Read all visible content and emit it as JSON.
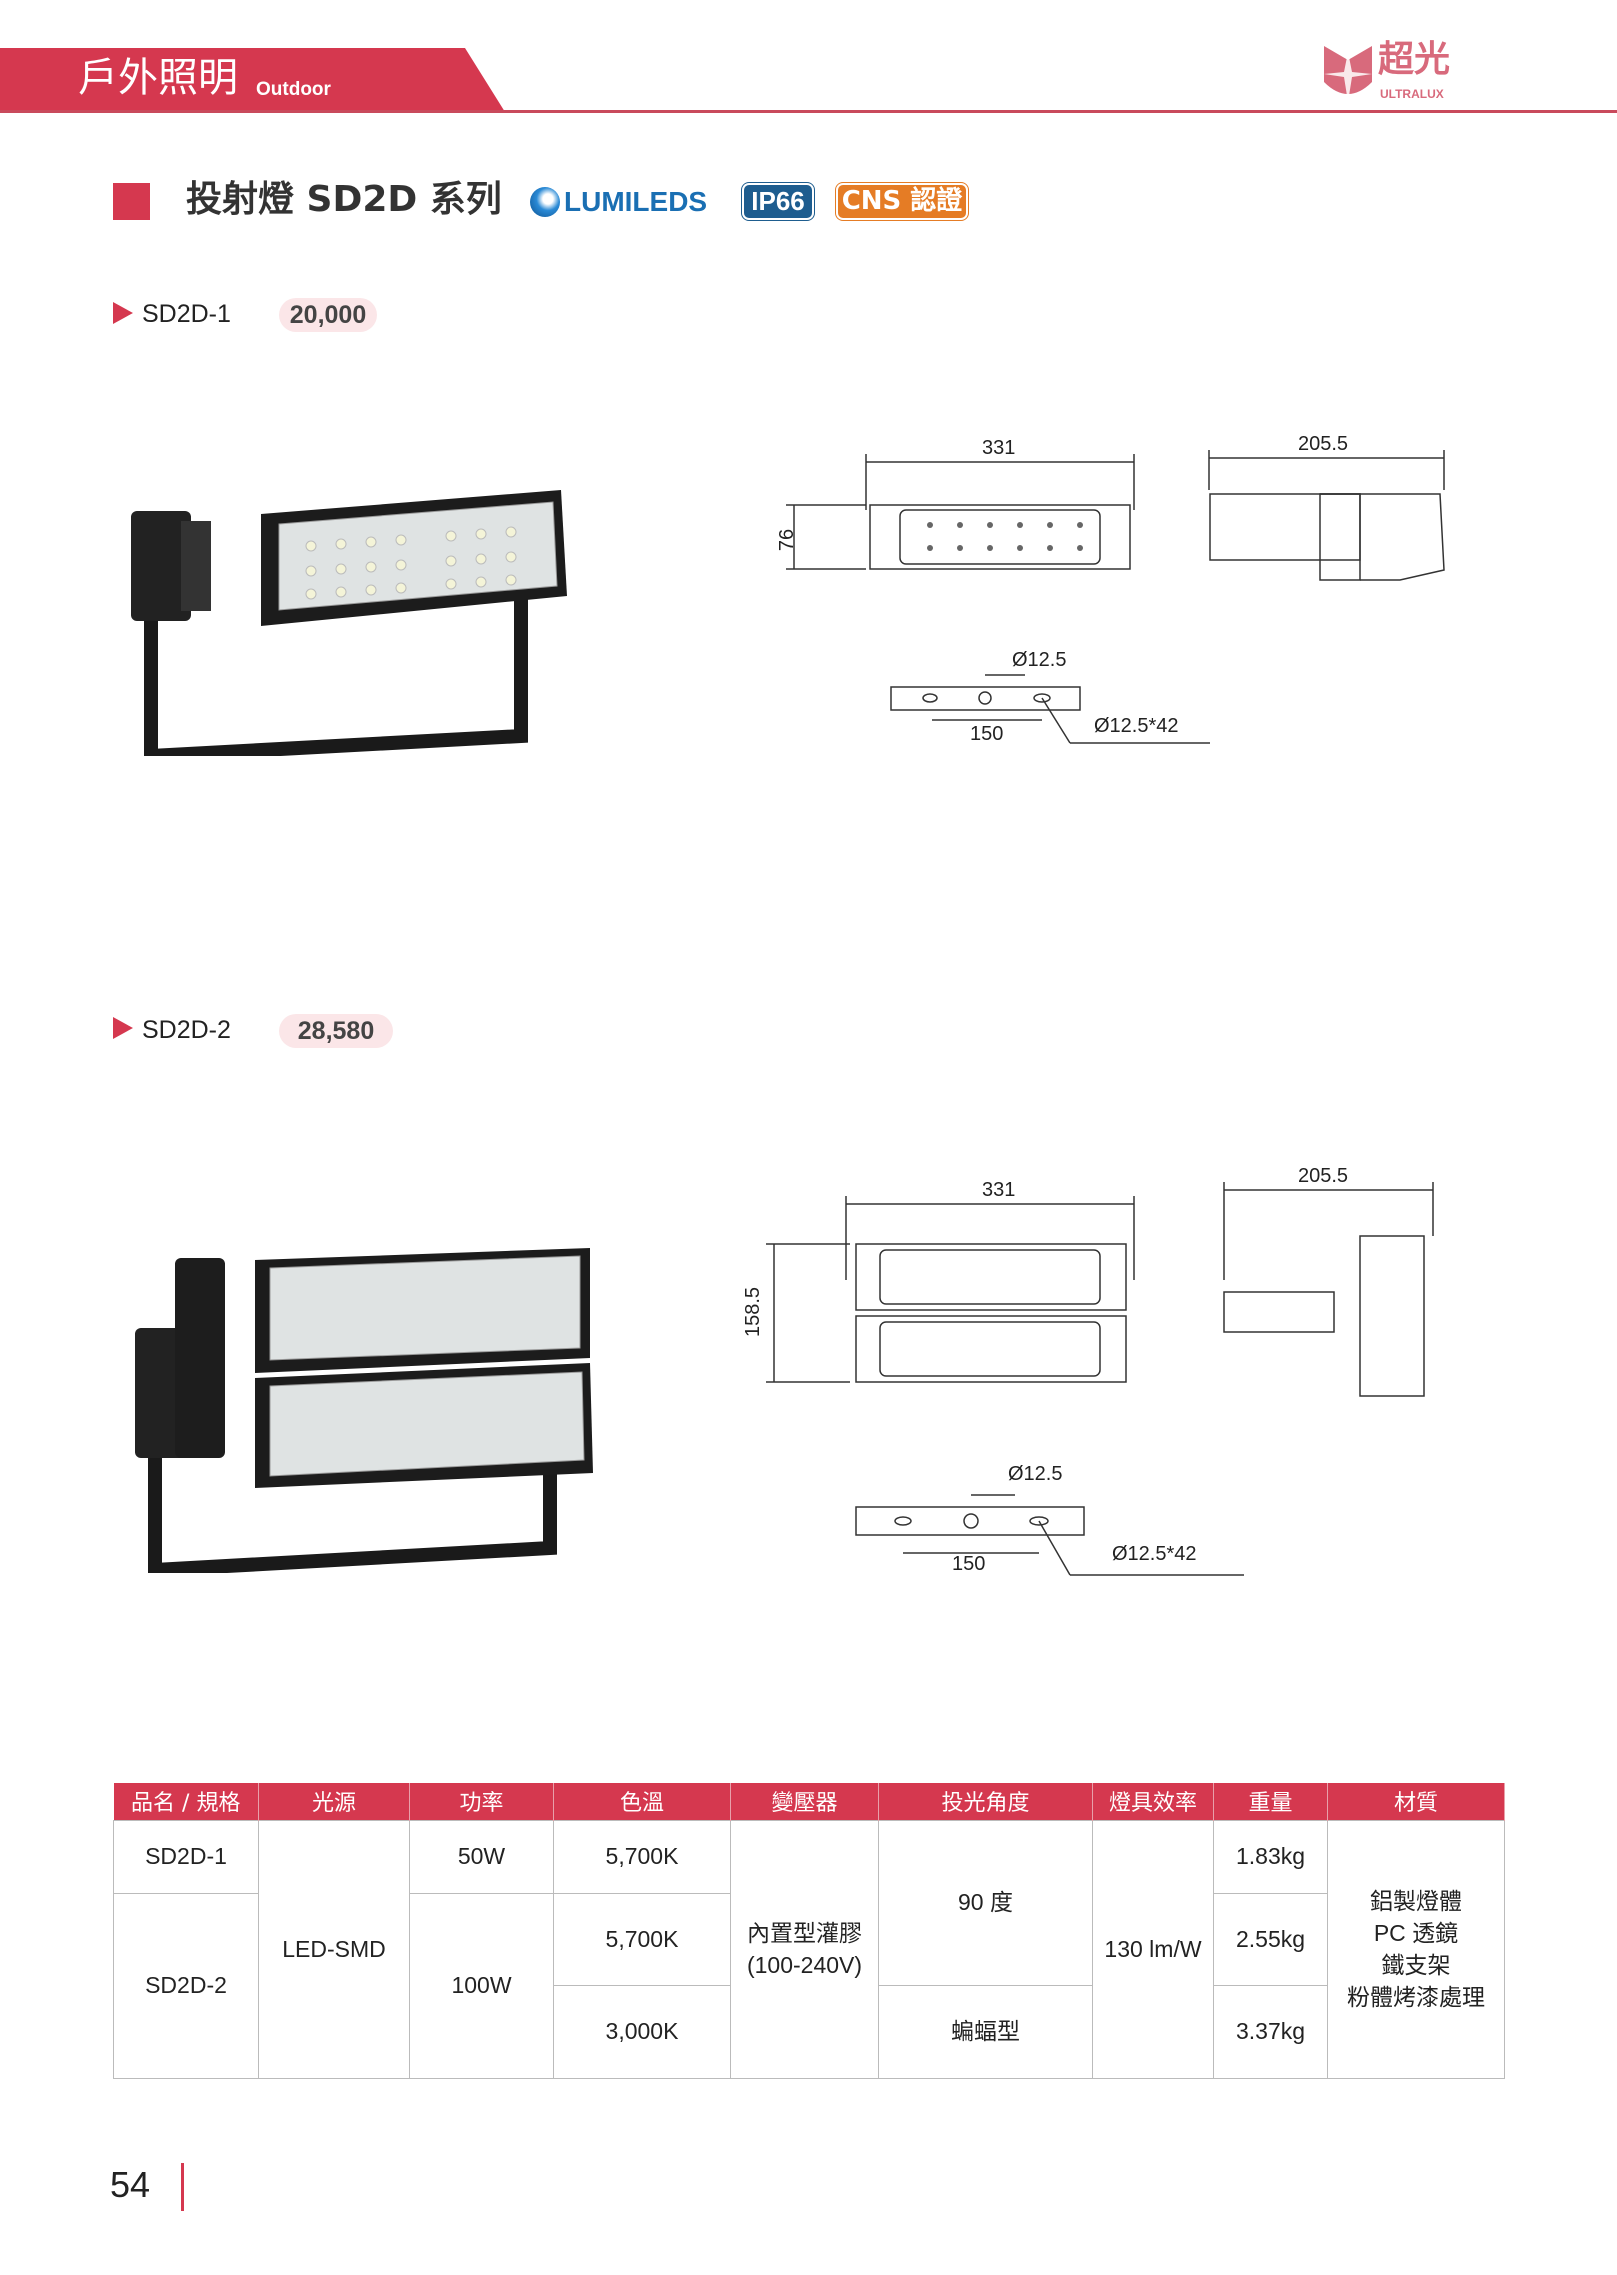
{
  "header": {
    "section_cn": "戶外照明",
    "section_en": "Outdoor",
    "brand_cn": "超光",
    "brand_en": "ULTRALUX"
  },
  "title": {
    "text": "投射燈 SD2D 系列",
    "lumileds": "LUMILEDS",
    "ip": "IP66",
    "cns": "CNS 認證"
  },
  "products": [
    {
      "model": "SD2D-1",
      "lumens": "20,000",
      "dims": {
        "width": "331",
        "height": "76",
        "depth": "205.5",
        "hole": "Ø12.5",
        "spacing": "150",
        "slot": "Ø12.5*42"
      }
    },
    {
      "model": "SD2D-2",
      "lumens": "28,580",
      "dims": {
        "width": "331",
        "height": "158.5",
        "depth": "205.5",
        "hole": "Ø12.5",
        "spacing": "150",
        "slot": "Ø12.5*42"
      }
    }
  ],
  "table": {
    "headers": [
      "品名 / 規格",
      "光源",
      "功率",
      "色溫",
      "變壓器",
      "投光角度",
      "燈具效率",
      "重量",
      "材質"
    ],
    "model1": "SD2D-1",
    "model2": "SD2D-2",
    "source": "LED-SMD",
    "power1": "50W",
    "power2": "100W",
    "cct1": "5,700K",
    "cct2": "5,700K",
    "cct3": "3,000K",
    "driver1": "內置型灌膠",
    "driver2": "(100-240V)",
    "angle1": "90 度",
    "angle2": "蝙蝠型",
    "efficacy": "130 lm/W",
    "weight1": "1.83kg",
    "weight2": "2.55kg",
    "weight3": "3.37kg",
    "material": [
      "鋁製燈體",
      "PC 透鏡",
      "鐵支架",
      "粉體烤漆處理"
    ]
  },
  "page_number": "54",
  "colors": {
    "accent": "#d5384f",
    "ip": "#1e5d8f",
    "cns": "#e57c25"
  }
}
